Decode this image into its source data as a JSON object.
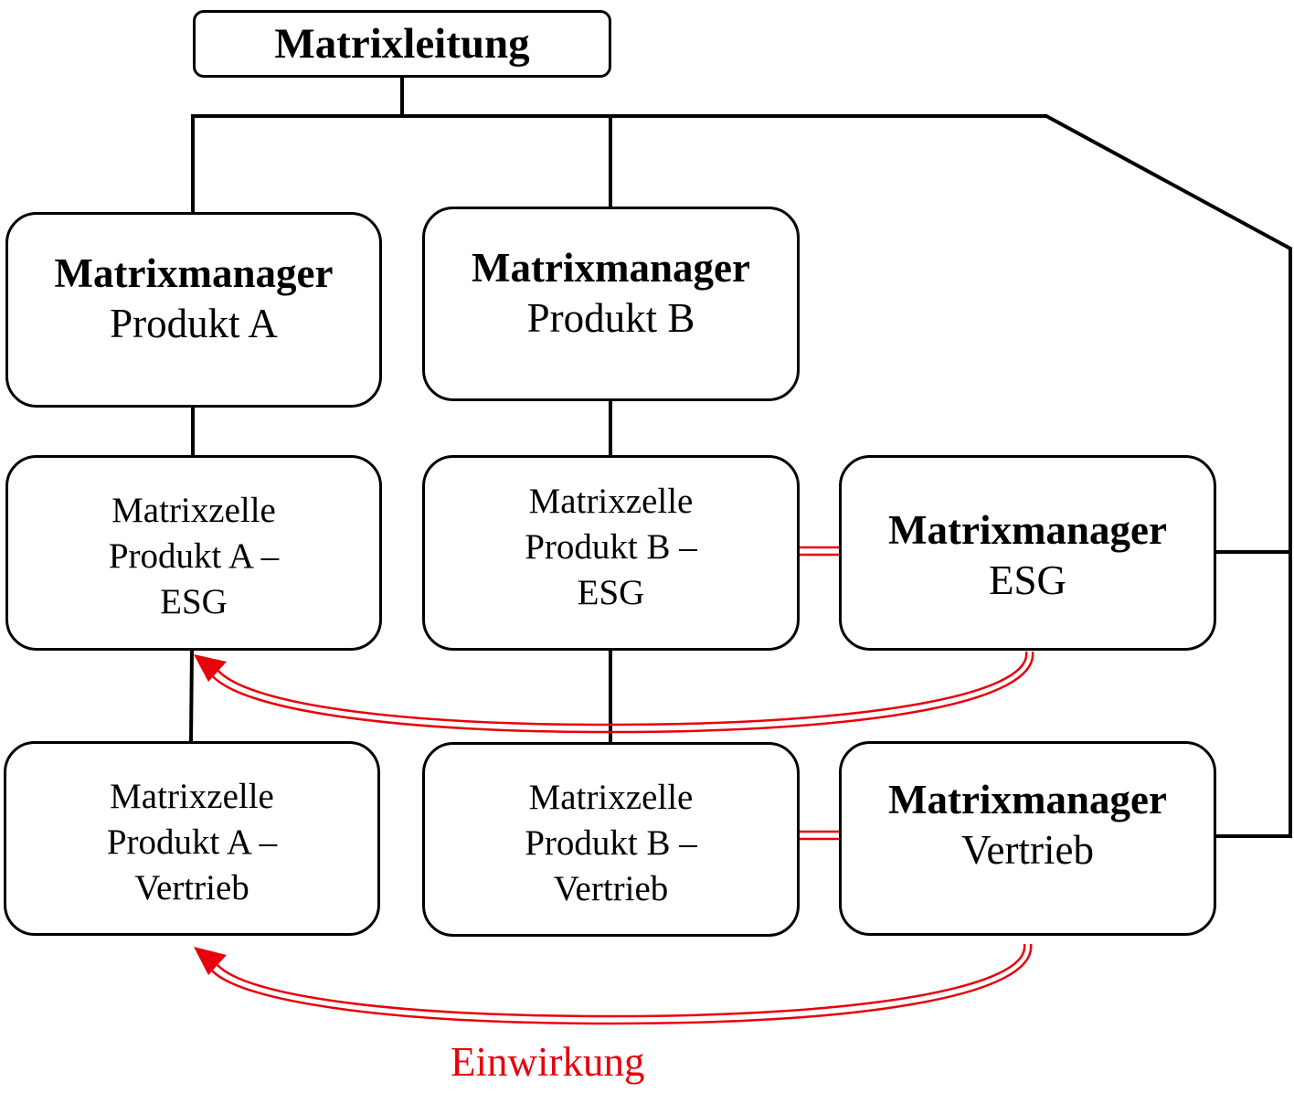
{
  "diagram": {
    "top": {
      "label": "Matrixleitung"
    },
    "managers": {
      "product_a": {
        "title": "Matrixmanager",
        "sub": "Produkt A"
      },
      "product_b": {
        "title": "Matrixmanager",
        "sub": "Produkt B"
      },
      "esg": {
        "title": "Matrixmanager",
        "sub": "ESG"
      },
      "sales": {
        "title": "Matrixmanager",
        "sub": "Vertrieb"
      }
    },
    "cells": {
      "a_esg": {
        "line1": "Matrixzelle",
        "line2": "Produkt A –",
        "line3": "ESG"
      },
      "b_esg": {
        "line1": "Matrixzelle",
        "line2": "Produkt B –",
        "line3": "ESG"
      },
      "a_sales": {
        "line1": "Matrixzelle",
        "line2": "Produkt A –",
        "line3": "Vertrieb"
      },
      "b_sales": {
        "line1": "Matrixzelle",
        "line2": "Produkt B –",
        "line3": "Vertrieb"
      }
    },
    "influence_label": "Einwirkung",
    "colors": {
      "line": "#000000",
      "influence": "#e8000b",
      "background": "#ffffff"
    }
  }
}
